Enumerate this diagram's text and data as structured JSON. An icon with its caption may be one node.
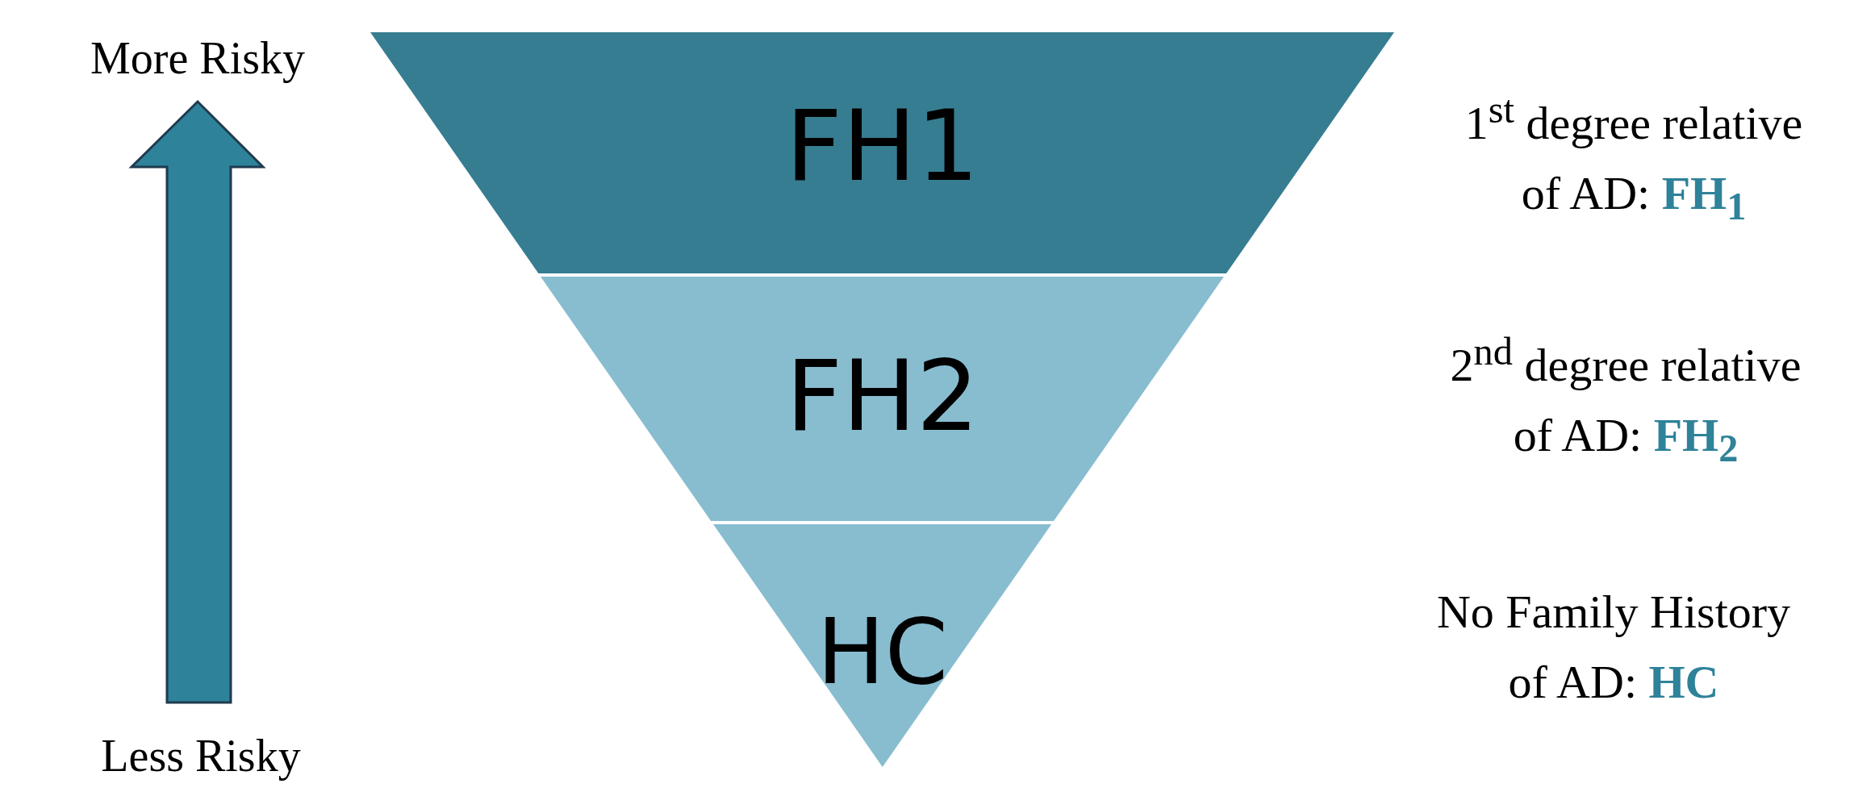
{
  "diagram": {
    "nodes": [
      {
        "text": [
          "FH1"
        ]
      },
      {
        "text": [
          "FH2"
        ]
      },
      {
        "text": [
          "HC"
        ]
      }
    ],
    "edges": [],
    "labels": [
      "More Risky",
      "1$^{st}$ degree relative of AD: **FH$_{1}$**",
      "2$^{nd}$ degree relative of AD: **FH$_{2}$**",
      "No Family History of AD: **HC**",
      "Less Risky"
    ]
  }
}
